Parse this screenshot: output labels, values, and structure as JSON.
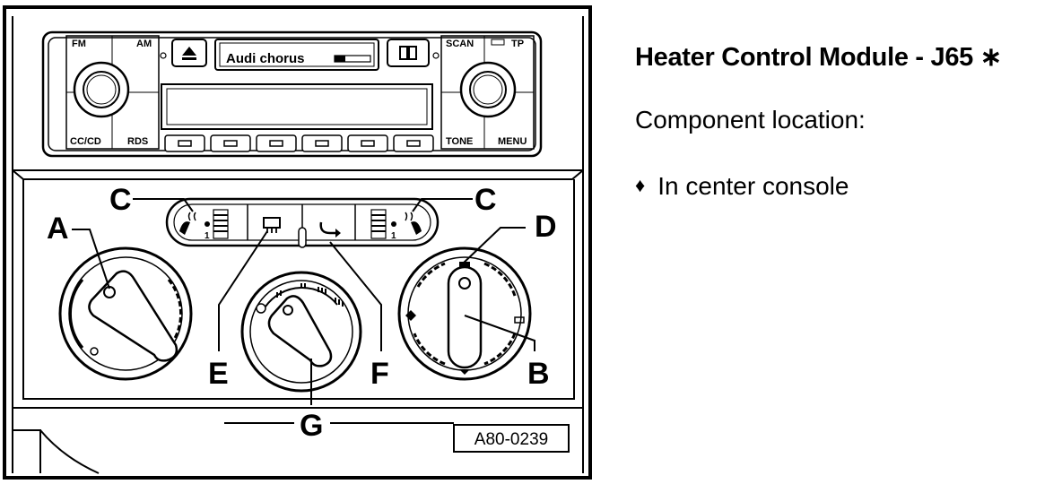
{
  "diagram": {
    "radio": {
      "brand": "Audi chorus",
      "labels": {
        "fm": "FM",
        "am": "AM",
        "cc_cd": "CC/CD",
        "rds": "RDS",
        "scan": "SCAN",
        "tp": "TP",
        "tone": "TONE",
        "menu": "MENU"
      }
    },
    "callouts": {
      "a": "A",
      "b": "B",
      "c_left": "C",
      "c_right": "C",
      "d": "D",
      "e": "E",
      "f": "F",
      "g": "G"
    },
    "figure_code": "A80-0239"
  },
  "side_text": {
    "title": "Heater Control Module - J65 ∗",
    "subtitle": "Component location:",
    "bullet_symbol": "♦",
    "bullet": "In center console"
  }
}
